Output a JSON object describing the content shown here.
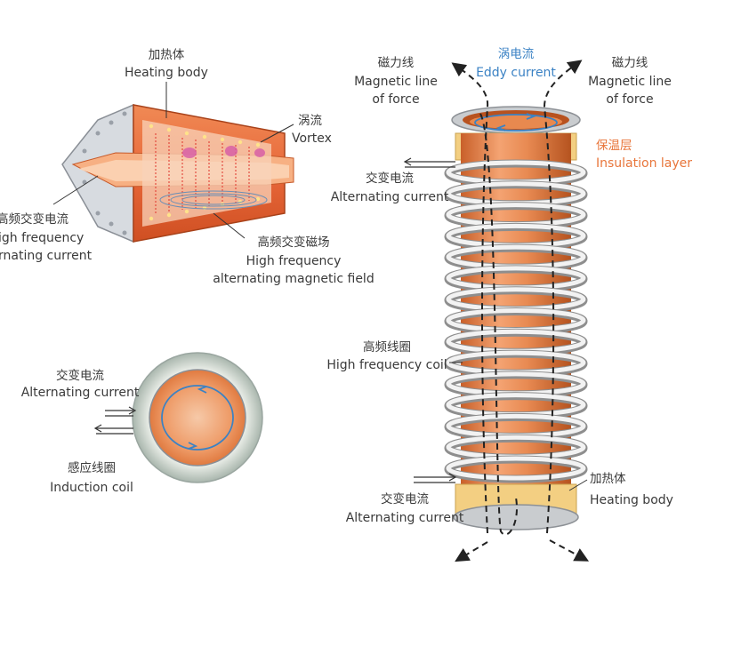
{
  "colors": {
    "copper": "#d9773f",
    "copper_light": "#f3b489",
    "coil": "#e6e6e6",
    "insulation": "#f7d98a",
    "eddy_blue": "#3b82c4",
    "label": "#3a3a3a",
    "accent_orange": "#e8753a"
  },
  "nozzle": {
    "heating_body_zh": "加热体",
    "heating_body_en": "Heating body",
    "vortex_zh": "涡流",
    "vortex_en": "Vortex",
    "hf_current_zh": "高频交变电流",
    "hf_current_en_1": "igh frequency",
    "hf_current_en_2": "rnating current",
    "hf_field_zh": "高频交变磁场",
    "hf_field_en_1": "High frequency",
    "hf_field_en_2": "alternating magnetic field"
  },
  "ring": {
    "ac_zh": "交变电流",
    "ac_en": "Alternating current",
    "coil_zh": "感应线圈",
    "coil_en": "Induction coil"
  },
  "column": {
    "eddy_zh": "涡电流",
    "eddy_en": "Eddy current",
    "mag_left_zh": "磁力线",
    "mag_left_en_1": "Magnetic line",
    "mag_left_en_2": "of force",
    "mag_right_zh": "磁力线",
    "mag_right_en_1": "Magnetic line",
    "mag_right_en_2": "of force",
    "insulation_zh": "保温层",
    "insulation_en": "Insulation layer",
    "ac_top_zh": "交变电流",
    "ac_top_en": "Alternating current",
    "coil_zh": "高频线圈",
    "coil_en": "High frequency coil",
    "heating_zh": "加热体",
    "heating_en": "Heating body",
    "ac_bottom_zh": "交变电流",
    "ac_bottom_en": "Alternating current"
  }
}
